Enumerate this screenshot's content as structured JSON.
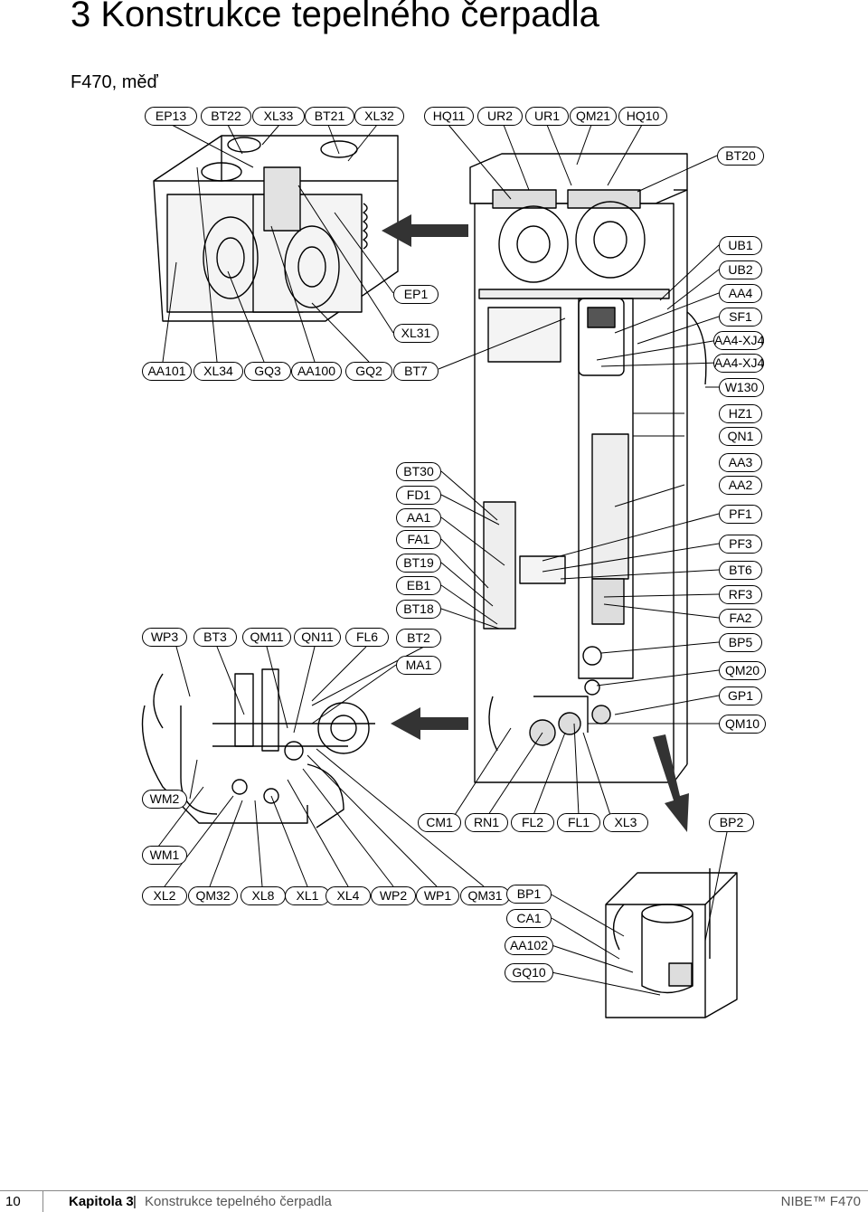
{
  "page": {
    "heading": "3 Konstrukce tepelného čerpadla",
    "subheading": "F470, měď",
    "page_number": "10",
    "chapter_label": "Kapitola 3",
    "separator": "|",
    "chapter_title": "Konstrukce tepelného čerpadla",
    "brand": "NIBE™ F470"
  },
  "labels": {
    "EP13": "EP13",
    "BT22": "BT22",
    "XL33": "XL33",
    "BT21": "BT21",
    "XL32": "XL32",
    "HQ11": "HQ11",
    "UR2": "UR2",
    "UR1": "UR1",
    "QM21": "QM21",
    "HQ10": "HQ10",
    "BT20": "BT20",
    "UB1": "UB1",
    "UB2": "UB2",
    "AA4": "AA4",
    "SF1": "SF1",
    "AA4XJ4a": "AA4-XJ4",
    "AA4XJ4b": "AA4-XJ4",
    "W130": "W130",
    "EP1": "EP1",
    "XL31": "XL31",
    "BT7": "BT7",
    "AA101": "AA101",
    "XL34": "XL34",
    "GQ3": "GQ3",
    "AA100": "AA100",
    "GQ2": "GQ2",
    "HZ1": "HZ1",
    "QN1": "QN1",
    "AA3": "AA3",
    "AA2": "AA2",
    "PF1": "PF1",
    "PF3": "PF3",
    "BT6": "BT6",
    "RF3": "RF3",
    "FA2": "FA2",
    "BP5": "BP5",
    "QM20": "QM20",
    "GP1": "GP1",
    "QM10": "QM10",
    "BT30": "BT30",
    "FD1": "FD1",
    "AA1": "AA1",
    "FA1": "FA1",
    "BT19": "BT19",
    "EB1": "EB1",
    "BT18": "BT18",
    "BT2": "BT2",
    "MA1": "MA1",
    "WP3": "WP3",
    "BT3": "BT3",
    "QM11": "QM11",
    "QN11": "QN11",
    "FL6": "FL6",
    "WM2": "WM2",
    "WM1": "WM1",
    "CM1": "CM1",
    "RN1": "RN1",
    "FL2": "FL2",
    "FL1": "FL1",
    "XL3": "XL3",
    "BP2": "BP2",
    "XL2": "XL2",
    "QM32": "QM32",
    "XL8": "XL8",
    "XL1": "XL1",
    "XL4": "XL4",
    "WP2": "WP2",
    "WP1": "WP1",
    "QM31": "QM31",
    "BP1": "BP1",
    "CA1": "CA1",
    "AA102": "AA102",
    "GQ10": "GQ10"
  }
}
